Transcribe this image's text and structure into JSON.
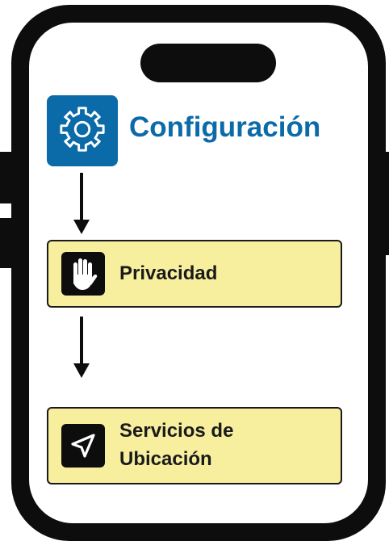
{
  "colors": {
    "accent": "#0b6aa8",
    "step_background": "#f7ef9e",
    "device": "#0d0d0d"
  },
  "header": {
    "title": "Configuración",
    "icon": "gear-icon"
  },
  "steps": [
    {
      "label": "Privacidad",
      "icon": "raised-hand-icon"
    },
    {
      "label": "Servicios de Ubicación",
      "icon": "location-arrow-icon"
    }
  ]
}
